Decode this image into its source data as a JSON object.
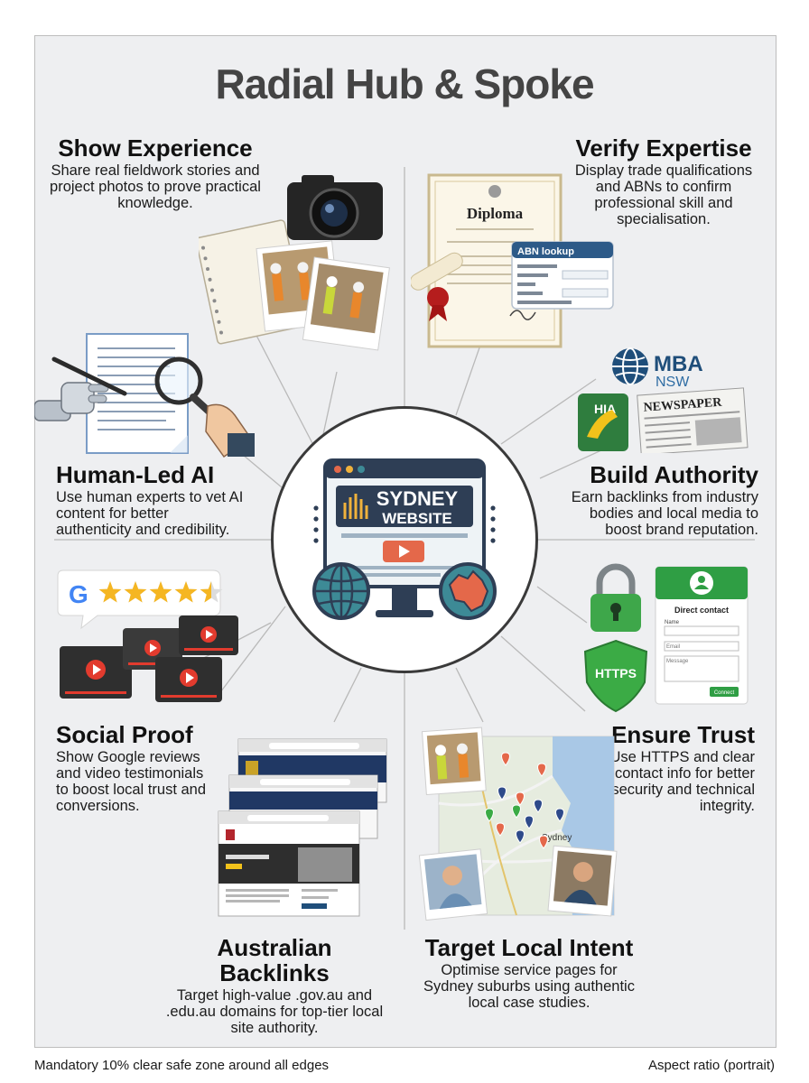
{
  "title": "Radial Hub & Spoke",
  "hub": {
    "line1": "SYDNEY",
    "line2": "WEBSITE"
  },
  "nodes": [
    {
      "key": "show-experience",
      "title": "Show Experience",
      "text": "Share real fieldwork stories and project photos to prove practical knowledge."
    },
    {
      "key": "verify-expertise",
      "title": "Verify Expertise",
      "text": "Display trade qualifications and ABNs to confirm professional skill and specialisation."
    },
    {
      "key": "human-led-ai",
      "title": "Human-Led AI",
      "text": "Use human experts to vet AI content for better authenticity and credibility."
    },
    {
      "key": "build-authority",
      "title": "Build Authority",
      "text": "Earn backlinks from industry bodies and local media to boost brand reputation."
    },
    {
      "key": "social-proof",
      "title": "Social Proof",
      "text": "Show Google reviews and video testimonials to boost local trust and conversions."
    },
    {
      "key": "ensure-trust",
      "title": "Ensure Trust",
      "text": "Use HTTPS and clear contact info for better security and technical integrity."
    },
    {
      "key": "australian-backlinks",
      "title": "Australian Backlinks",
      "text": "Target high-value .gov.au and .edu.au domains for top-tier local site authority."
    },
    {
      "key": "target-local-intent",
      "title": "Target Local Intent",
      "text": "Optimise service pages for Sydney suburbs using authentic local case studies."
    }
  ],
  "illustrations": {
    "diploma": "Diploma",
    "abn_card": "ABN lookup",
    "mba_name": "MBA",
    "mba_region": "NSW",
    "hia": "HIA",
    "newspaper": "NEWSPAPER",
    "https": "HTTPS",
    "contact_title": "Direct contact",
    "contact_name": "Name",
    "contact_email": "Email",
    "contact_message": "Message",
    "contact_button": "Connect",
    "map_city": "Sydney",
    "google_letter": "G",
    "rating_stars": 4.5
  },
  "footer": {
    "left": "Mandatory 10% clear safe zone around all edges",
    "right": "Aspect ratio (portrait)"
  },
  "colors": {
    "background": "#eeeff1",
    "hub_border": "#3a3a3a",
    "hub_orange": "#e4684a",
    "hub_navy": "#2e3e55",
    "hub_teal": "#3d8a96",
    "star": "#f5b622",
    "https_green": "#3bab45"
  }
}
